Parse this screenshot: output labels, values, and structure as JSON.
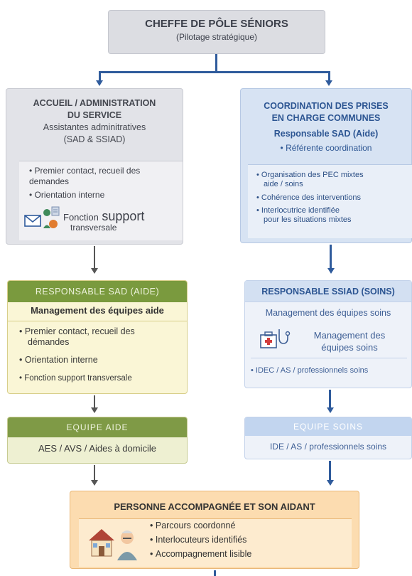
{
  "top": {
    "title": "CHEFFE DE PÔLE SÉNIORS",
    "subtitle": "(Pilotage stratégique)"
  },
  "admin": {
    "title_line1": "ACCUEIL / ADMINISTRATION",
    "title_line2": "DU SERVICE",
    "sub_line1": "Assistantes adminitratives",
    "sub_line2": "(SAD & SSIAD)",
    "items": [
      "Premier contact, recueil des demandes",
      "Orientation interne"
    ],
    "support_label": "Fonction",
    "support_big": "support",
    "support_line2": "transversale"
  },
  "coord": {
    "title_line1": "COORDINATION DES PRISES",
    "title_line2": "EN CHARGE COMMUNES",
    "responsable": "Responsable SAD (Aide)",
    "referente": "Référente coordination",
    "items": [
      [
        "Organisation des PEC mixtes",
        "aide / soins"
      ],
      [
        "Cohérence des interventions"
      ],
      [
        "Interlocutrice identifiée",
        "pour les situations mixtes"
      ]
    ]
  },
  "sad": {
    "header": "RESPONSABLE SAD (AIDE)",
    "title": "Management des équipes aide",
    "items": [
      [
        "Premier contact, recueil des",
        "démandes"
      ],
      [
        "Orientation interne"
      ],
      [
        "Fonction support transversale"
      ]
    ]
  },
  "ssiad": {
    "header": "RESPONSABLE SSIAD (SOINS)",
    "title": "Management des équipes soins",
    "mgmt_line1": "Management des",
    "mgmt_line2": "équipes soins",
    "list": "IDEC / AS / professionnels soins"
  },
  "equipe_aide": {
    "header": "EQUIPE AIDE",
    "body": "AES / AVS / Aides à domicile"
  },
  "equipe_soins": {
    "header": "EQUIPE SOINS",
    "body": "IDE / AS / professionnels soins"
  },
  "personne": {
    "title": "PERSONNE ACCOMPAGNÉE ET SON AIDANT",
    "items": [
      "Parcours coordonné",
      "Interlocuteurs identifiés",
      "Accompagnement lisible"
    ]
  },
  "colors": {
    "blue": "#2f5b9c",
    "green": "#7a9a3e",
    "orange": "#fcdcb0",
    "gray": "#dcdde2"
  }
}
